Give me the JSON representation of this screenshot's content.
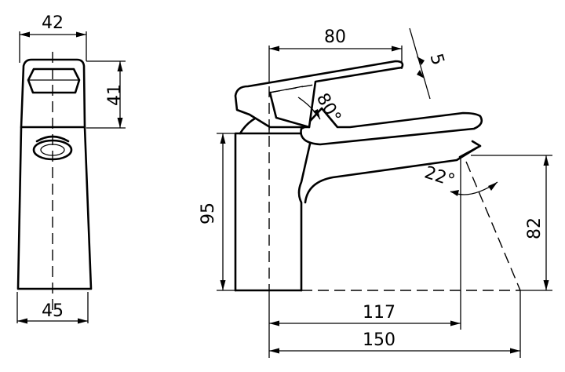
{
  "dimensions": {
    "front_top_width": "42",
    "front_height": "41",
    "front_base_width": "45",
    "lever_length": "80",
    "lever_offset": "5",
    "body_height": "95",
    "spout_reach": "117",
    "total_length": "150",
    "spout_height": "82"
  },
  "angles": {
    "lever_angle": "80°",
    "spout_angle": "22°"
  }
}
